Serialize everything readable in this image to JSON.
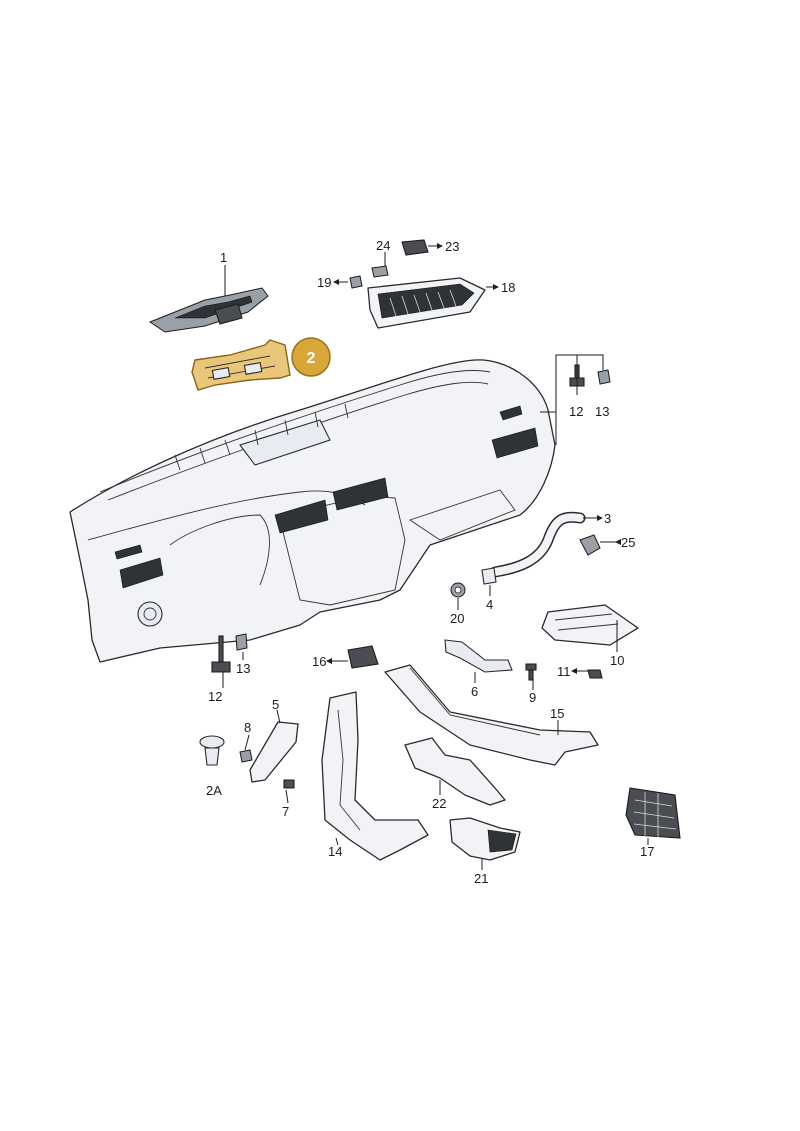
{
  "callouts": {
    "c1": "1",
    "c2": "2",
    "c2a": "2A",
    "c3": "3",
    "c4": "4",
    "c5": "5",
    "c6": "6",
    "c7": "7",
    "c8": "8",
    "c9": "9",
    "c10": "10",
    "c11": "11",
    "c12a": "12",
    "c12b": "12",
    "c13a": "13",
    "c13b": "13",
    "c14": "14",
    "c15": "15",
    "c16": "16",
    "c17": "17",
    "c18": "18",
    "c19": "19",
    "c20": "20",
    "c21": "21",
    "c22": "22",
    "c23": "23",
    "c24": "24",
    "c25": "25"
  },
  "highlighted_part": "2",
  "colors": {
    "highlight": "#d9a63a",
    "line": "#1e1e1e",
    "part_fill": "#f1f3f7"
  }
}
